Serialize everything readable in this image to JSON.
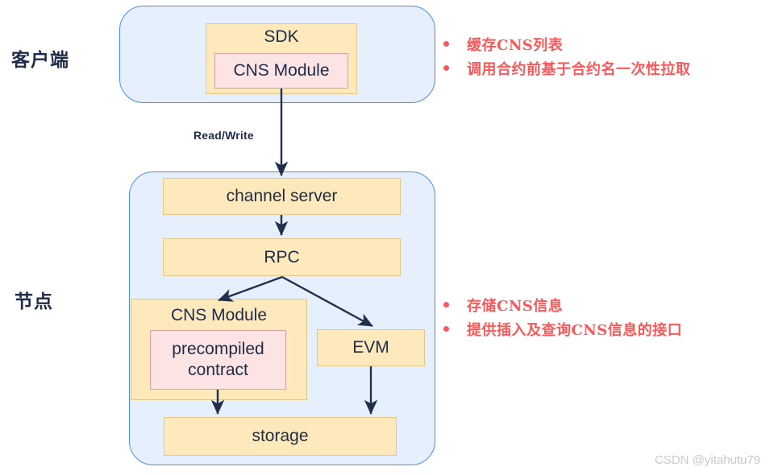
{
  "sections": [
    {
      "label": "客户端"
    },
    {
      "label": "节点"
    }
  ],
  "client": {
    "sdk_label": "SDK",
    "cns_module_label": "CNS Module"
  },
  "node": {
    "channel_server_label": "channel server",
    "rpc_label": "RPC",
    "cns_module_label": "CNS Module",
    "precompiled_contract_label": "precompiled\ncontract",
    "precompiled_contract_line1": "precompiled",
    "precompiled_contract_line2": "contract",
    "evm_label": "EVM",
    "storage_label": "storage"
  },
  "connectors": {
    "read_write_label": "Read/Write"
  },
  "annotations": {
    "client": [
      "缓存CNS列表",
      "调用合约前基于合约名一次性拉取"
    ],
    "node": [
      "存储CNS信息",
      "提供插入及查询CNS信息的接口"
    ]
  },
  "watermark": "CSDN @yitahutu79",
  "colors": {
    "group_fill": "#e6f0fd",
    "group_border": "#4a8df0",
    "box_fill": "#fde9bc",
    "box_border": "#e3c788",
    "inner_fill": "#fce4e4",
    "inner_border": "#e0a0a0",
    "text": "#1f2b48",
    "accent_red": "#f8595a",
    "arrow": "#20304e"
  }
}
